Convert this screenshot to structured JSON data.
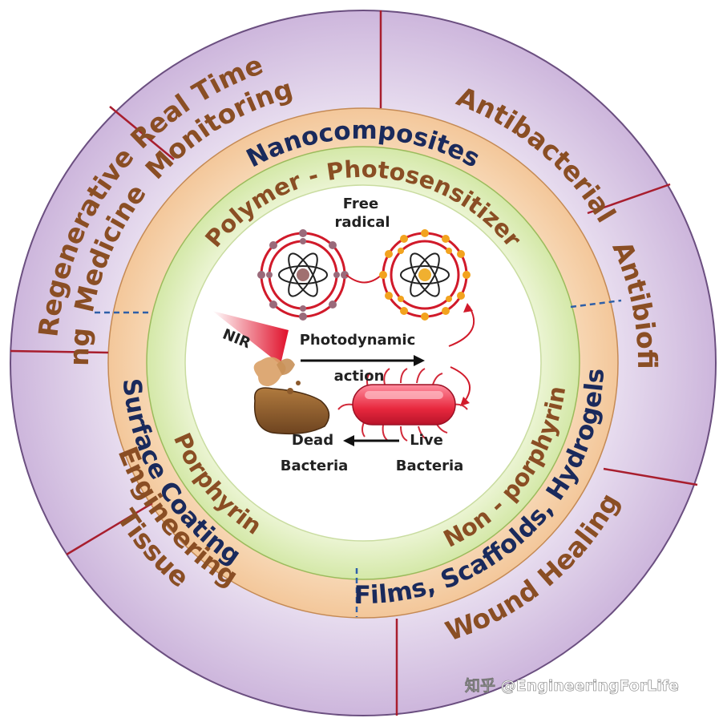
{
  "outer_ring": {
    "real_time_line1": "Real Time",
    "real_time_line2": "Monitoring",
    "antibacterial": "Antibacterial",
    "antibiofilm": "Antibiofilm",
    "wound_healing": "Wound Healing",
    "tissue_line1": "Tissue",
    "tissue_line2": "Engineering",
    "imaging": "Imaging",
    "regen_line1": "Regenerative",
    "regen_line2": "Medicine"
  },
  "middle_ring": {
    "nanocomposites": "Nanocomposites",
    "films": "Films, Scaffolds, Hydrogels",
    "surface_coating": "Surface Coating"
  },
  "inner_ring": {
    "polymer_ps": "Polymer - Photosensitizer",
    "non_porphyrin": "Non - porphyrin",
    "porphyrin": "Porphyrin"
  },
  "center": {
    "free_line1": "Free",
    "free_line2": "radical",
    "nir": "NIR",
    "pdt_line1": "Photodynamic",
    "pdt_line2": "action",
    "dead_line1": "Dead",
    "dead_line2": "Bacteria",
    "live_line1": "Live",
    "live_line2": "Bacteria"
  },
  "watermark": "知乎 @EngineeringForLife",
  "colors": {
    "outer_ring": "#dccbe6",
    "middle_ring": "#f8d7b2",
    "inner_ring": "#e5f1c6",
    "divider": "#a81e2e",
    "dashed": "#2e5fa8",
    "outer_text": "#8a4e24",
    "middle_text": "#1a2a5c"
  }
}
